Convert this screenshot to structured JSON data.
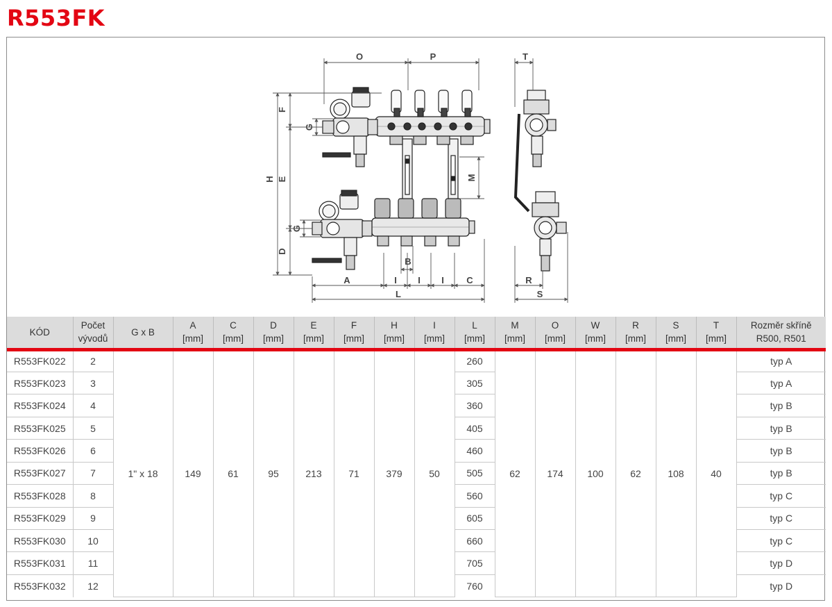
{
  "page": {
    "title": "R553FK"
  },
  "drawing": {
    "dimension_labels": {
      "o": "O",
      "p": "P",
      "t": "T",
      "f": "F",
      "g_top": "G",
      "h": "H",
      "e": "E",
      "m": "M",
      "g_bottom": "G",
      "d": "D",
      "b": "B",
      "a": "A",
      "i1": "I",
      "i2": "I",
      "i3": "I",
      "c": "C",
      "l": "L",
      "r": "R",
      "s": "S"
    }
  },
  "table": {
    "headers": [
      {
        "key": "kod",
        "line1": "KÓD",
        "line2": ""
      },
      {
        "key": "pocet",
        "line1": "Počet",
        "line2": "vývodů"
      },
      {
        "key": "gxb",
        "line1": "G x B",
        "line2": ""
      },
      {
        "key": "a",
        "line1": "A",
        "line2": "[mm]"
      },
      {
        "key": "c",
        "line1": "C",
        "line2": "[mm]"
      },
      {
        "key": "d",
        "line1": "D",
        "line2": "[mm]"
      },
      {
        "key": "e",
        "line1": "E",
        "line2": "[mm]"
      },
      {
        "key": "f",
        "line1": "F",
        "line2": "[mm]"
      },
      {
        "key": "h",
        "line1": "H",
        "line2": "[mm]"
      },
      {
        "key": "i",
        "line1": "I",
        "line2": "[mm]"
      },
      {
        "key": "l",
        "line1": "L",
        "line2": "[mm]"
      },
      {
        "key": "m",
        "line1": "M",
        "line2": "[mm]"
      },
      {
        "key": "o",
        "line1": "O",
        "line2": "[mm]"
      },
      {
        "key": "w",
        "line1": "W",
        "line2": "[mm]"
      },
      {
        "key": "r",
        "line1": "R",
        "line2": "[mm]"
      },
      {
        "key": "s",
        "line1": "S",
        "line2": "[mm]"
      },
      {
        "key": "t",
        "line1": "T",
        "line2": "[mm]"
      },
      {
        "key": "rozmer",
        "line1": "Rozměr skříně",
        "line2": "R500, R501"
      }
    ],
    "shared": {
      "gxb": "1\" x 18",
      "a": "149",
      "c": "61",
      "d": "95",
      "e": "213",
      "f": "71",
      "h": "379",
      "i": "50",
      "m": "62",
      "o": "174",
      "w": "100",
      "r": "62",
      "s": "108",
      "t": "40"
    },
    "rows": [
      {
        "kod": "R553FK022",
        "pocet": "2",
        "l": "260",
        "rozmer": "typ A"
      },
      {
        "kod": "R553FK023",
        "pocet": "3",
        "l": "305",
        "rozmer": "typ A"
      },
      {
        "kod": "R553FK024",
        "pocet": "4",
        "l": "360",
        "rozmer": "typ B"
      },
      {
        "kod": "R553FK025",
        "pocet": "5",
        "l": "405",
        "rozmer": "typ B"
      },
      {
        "kod": "R553FK026",
        "pocet": "6",
        "l": "460",
        "rozmer": "typ B"
      },
      {
        "kod": "R553FK027",
        "pocet": "7",
        "l": "505",
        "rozmer": "typ B"
      },
      {
        "kod": "R553FK028",
        "pocet": "8",
        "l": "560",
        "rozmer": "typ C"
      },
      {
        "kod": "R553FK029",
        "pocet": "9",
        "l": "605",
        "rozmer": "typ C"
      },
      {
        "kod": "R553FK030",
        "pocet": "10",
        "l": "660",
        "rozmer": "typ C"
      },
      {
        "kod": "R553FK031",
        "pocet": "11",
        "l": "705",
        "rozmer": "typ D"
      },
      {
        "kod": "R553FK032",
        "pocet": "12",
        "l": "760",
        "rozmer": "typ D"
      }
    ]
  }
}
